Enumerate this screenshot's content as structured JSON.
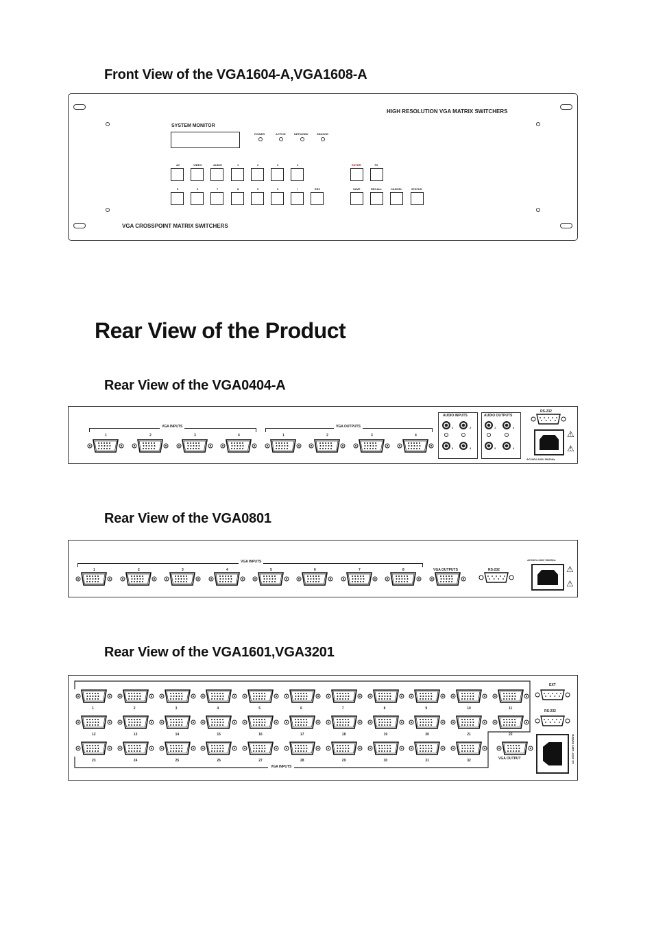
{
  "headings": {
    "front": "Front View of the VGA1604-A,VGA1608-A",
    "rear_title": "Rear View of the Product",
    "rear_0404": "Rear View of the VGA0404-A",
    "rear_0801": "Rear View of the VGA0801",
    "rear_1601": "Rear View of the VGA1601,VGA3201"
  },
  "front_panel": {
    "brand_right": "HIGH RESOLUTION  VGA MATRIX SWITCHERS",
    "brand_left": "VGA CROSSPOINT MATRIX SWITCHERS",
    "monitor_label": "SYSTEM MONITOR",
    "leds": [
      "POWER",
      "ACTIVE",
      "NETWORK",
      "SENSOR"
    ],
    "row1_labels": [
      "AV",
      "VIDEO",
      "AUDIO",
      "1",
      "2",
      "3",
      "4"
    ],
    "row2_labels": [
      "5",
      "6",
      "7",
      "8",
      "9",
      "0",
      "/",
      "ESC"
    ],
    "enter": "ENTER",
    "to": "TO",
    "right_labels": [
      "SAVE",
      "RECALL",
      "CANCEL",
      "STATUS"
    ]
  },
  "rear_0404": {
    "vga_inputs": "VGA INPUTS",
    "vga_outputs": "VGA OUTPUTS",
    "input_nums": [
      "1",
      "2",
      "3",
      "4"
    ],
    "output_nums": [
      "1",
      "2",
      "3",
      "4"
    ],
    "audio_inputs": "AUDIO INPUTS",
    "audio_outputs": "AUDIO OUTPUTS",
    "audio_nums": [
      "1",
      "2",
      "3",
      "4"
    ],
    "rs232": "RS-232",
    "power": "AC100V-240V 50/60Hz"
  },
  "rear_0801": {
    "vga_inputs": "VGA INPUTS",
    "input_nums": [
      "1",
      "2",
      "3",
      "4",
      "5",
      "6",
      "7",
      "8"
    ],
    "vga_outputs": "VGA OUTPUTS",
    "rs232": "RS-232",
    "power": "AC100V-240V 50/60Hz"
  },
  "rear_1601": {
    "row1": [
      "1",
      "2",
      "3",
      "4",
      "5",
      "6",
      "7",
      "8",
      "9",
      "10",
      "11"
    ],
    "row2": [
      "12",
      "13",
      "14",
      "15",
      "16",
      "17",
      "18",
      "19",
      "20",
      "21",
      "22"
    ],
    "row3": [
      "23",
      "24",
      "25",
      "26",
      "27",
      "28",
      "29",
      "30",
      "31",
      "32"
    ],
    "vga_output": "VGA OUTPUT",
    "vga_inputs": "VGA INPUTS",
    "ext": "EXT",
    "rs232": "RS-232",
    "power": "AC 100V~240V 50/60Hz"
  }
}
